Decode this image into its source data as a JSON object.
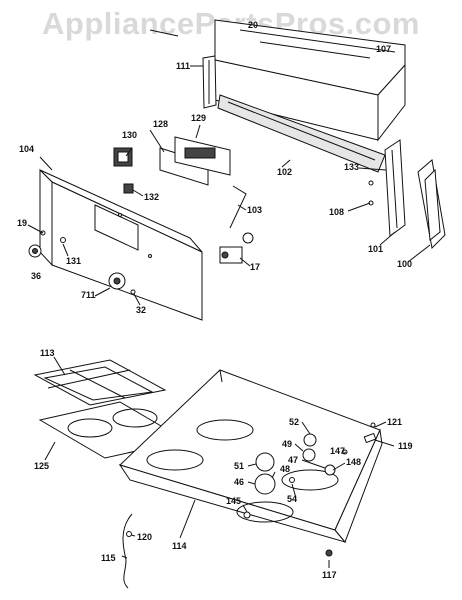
{
  "watermark": "AppliancePartsPros.com",
  "labels": {
    "p20": "20",
    "p107": "107",
    "p111": "111",
    "p104": "104",
    "p130": "130",
    "p128": "128",
    "p129": "129",
    "p102": "102",
    "p132": "132",
    "p133": "133",
    "p103": "103",
    "p108": "108",
    "p19": "19",
    "p131": "131",
    "p36": "36",
    "p17": "17",
    "p101": "101",
    "p100": "100",
    "p711": "711",
    "p32": "32",
    "p113": "113",
    "p125": "125",
    "p52": "52",
    "p121": "121",
    "p49": "49",
    "p147": "147",
    "p119": "119",
    "p47": "47",
    "p148": "148",
    "p51": "51",
    "p48": "48",
    "p46": "46",
    "p54": "54",
    "p145": "145",
    "p120": "120",
    "p114": "114",
    "p115": "115",
    "p117": "117"
  }
}
